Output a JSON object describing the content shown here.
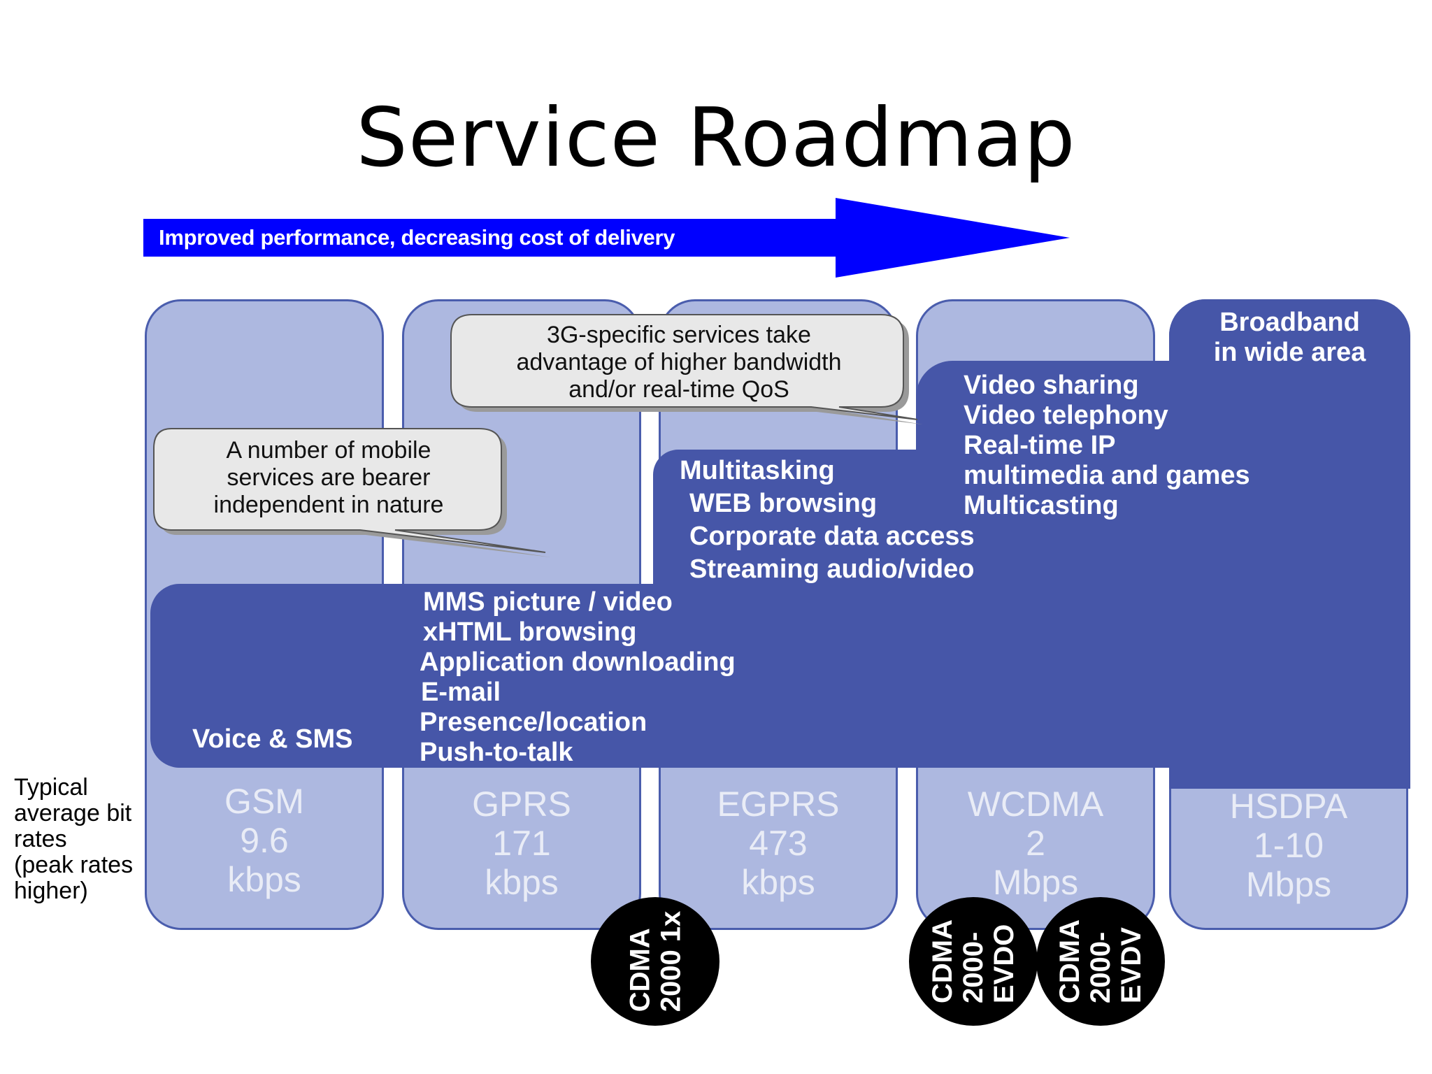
{
  "title": "Service Roadmap",
  "arrow": {
    "label": "Improved performance, decreasing cost of delivery",
    "color": "#0000ff"
  },
  "side_label": [
    "Typical",
    "average bit",
    "rates",
    "(peak rates",
    "higher)"
  ],
  "columns": [
    {
      "tech": "GSM",
      "rate": "9.6",
      "unit": "kbps"
    },
    {
      "tech": "GPRS",
      "rate": "171",
      "unit": "kbps"
    },
    {
      "tech": "EGPRS",
      "rate": "473",
      "unit": "kbps"
    },
    {
      "tech": "WCDMA",
      "rate": "2",
      "unit": "Mbps"
    },
    {
      "tech": "HSDPA",
      "rate": "1-10",
      "unit": "Mbps"
    }
  ],
  "callouts": {
    "bearer": [
      "A number of mobile",
      "services are bearer",
      "independent in nature"
    ],
    "threeg": [
      "3G-specific services take",
      "advantage of higher bandwidth",
      "and/or real-time QoS"
    ]
  },
  "bands": {
    "base": {
      "voice": "Voice & SMS",
      "items": [
        "MMS picture / video",
        "xHTML browsing",
        "Application downloading",
        "E-mail",
        "Presence/location",
        "Push-to-talk"
      ]
    },
    "egprs": {
      "items": [
        "Multitasking",
        "WEB browsing",
        "Corporate data access",
        "Streaming audio/video"
      ]
    },
    "wcdma": {
      "items": [
        "Video sharing",
        "Video telephony",
        "Real-time IP",
        "multimedia and games",
        "Multicasting"
      ]
    },
    "hsdpa": {
      "items": [
        "Broadband",
        "in wide area"
      ]
    }
  },
  "cdma_circles": [
    [
      "CDMA",
      "2000 1x"
    ],
    [
      "CDMA",
      "2000-",
      "EVDO"
    ],
    [
      "CDMA",
      "2000-",
      "EVDV"
    ]
  ],
  "colors": {
    "column_fill": "#adb8e0",
    "band_fill": "#4656a8",
    "callout_fill": "#e8e8e8"
  }
}
